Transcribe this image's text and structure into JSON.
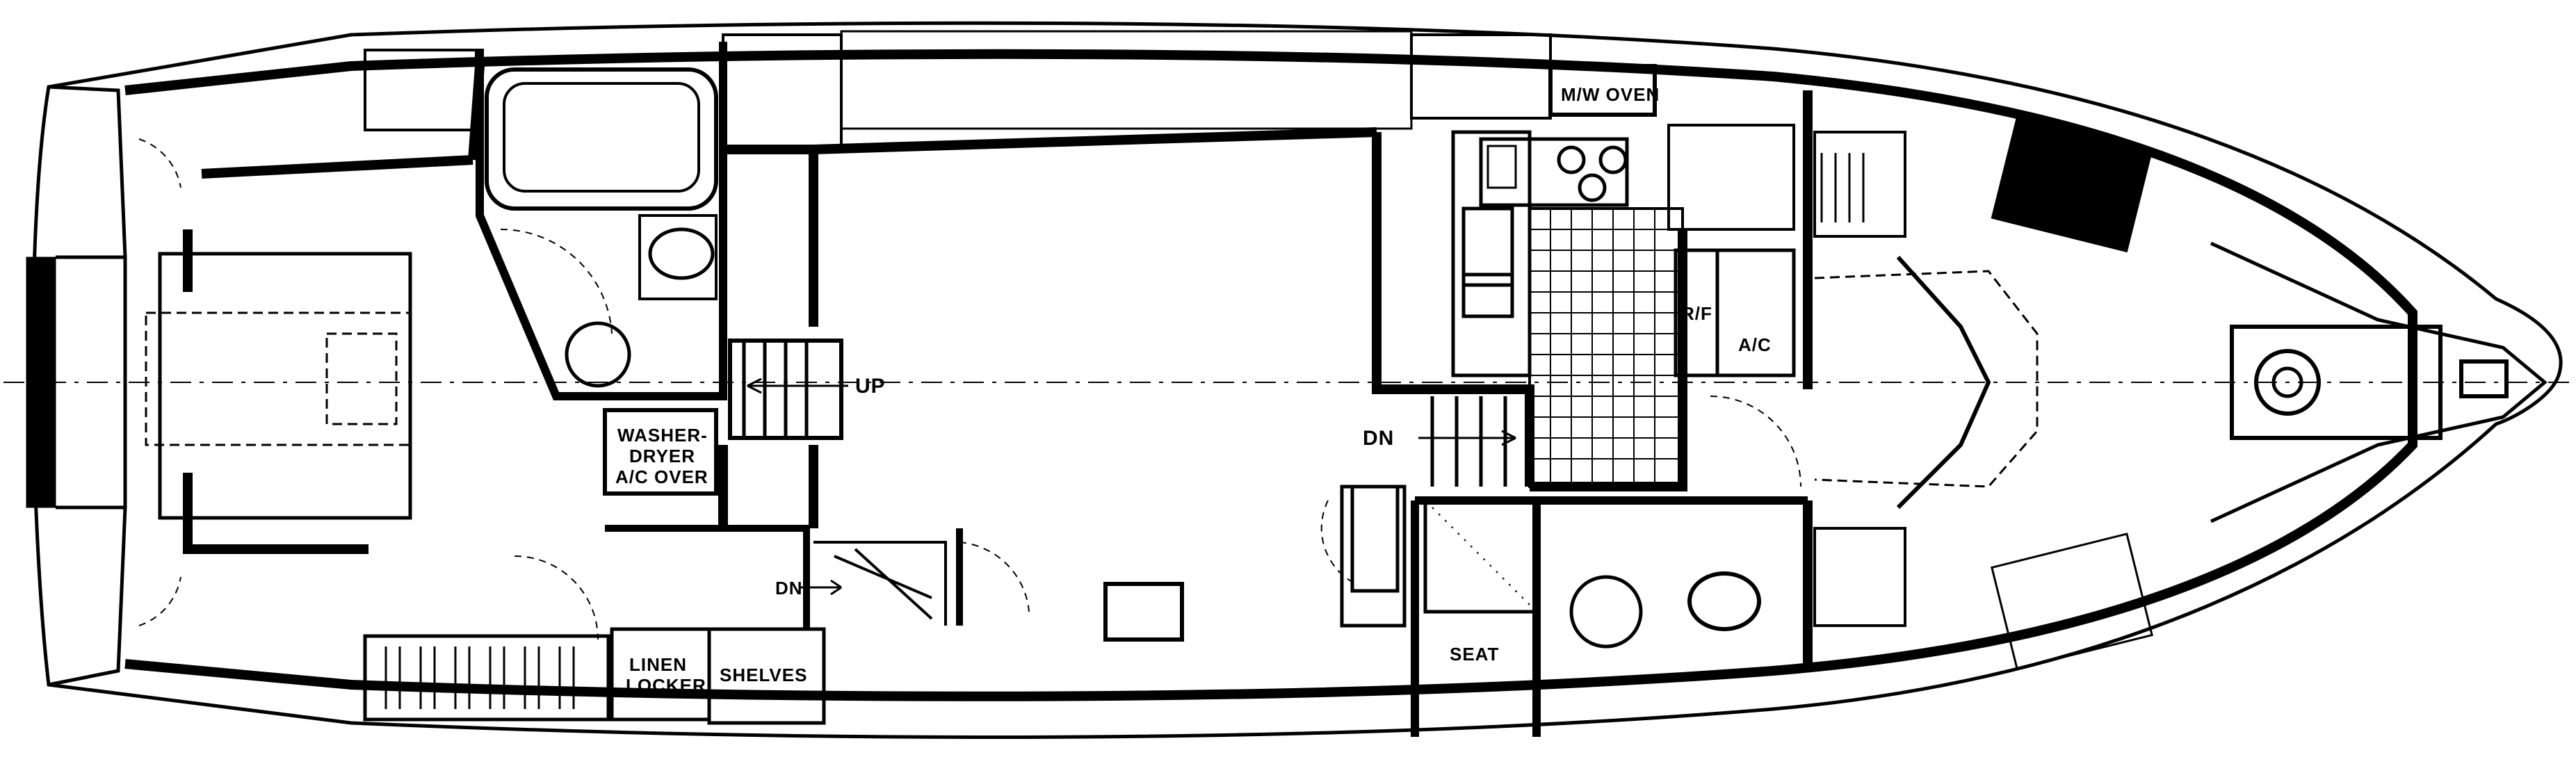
{
  "labels": {
    "microwave_oven": "M/W OVEN",
    "up": "UP",
    "washer": "WASHER-",
    "dryer": "DRYER",
    "ac_over": "A/C OVER",
    "dn_galley": "DN",
    "dn_stair": "DN",
    "rf": "R/F",
    "ac": "A/C",
    "linen": "LINEN",
    "locker": "LOCKER",
    "shelves": "SHELVES",
    "seat": "SEAT"
  },
  "colors": {
    "ink": "#000000",
    "paper": "#ffffff"
  }
}
